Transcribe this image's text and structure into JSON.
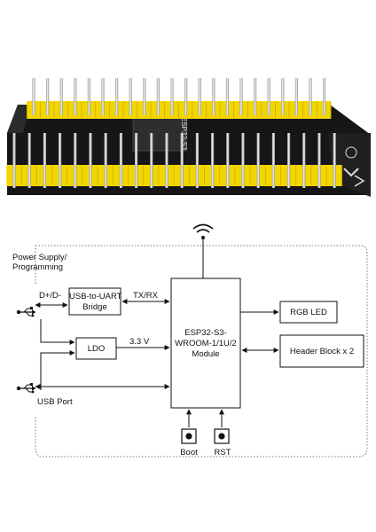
{
  "diagram": {
    "power_supply_label_line1": "Power Supply/",
    "power_supply_label_line2": "Programming",
    "usb_port_label": "USB Port",
    "data_lines_label": "D+/D-",
    "uart_bridge_line1": "USB-to-UART",
    "uart_bridge_line2": "Bridge",
    "txrx_label": "TX/RX",
    "ldo_label": "LDO",
    "voltage_label": "3.3 V",
    "module_line1": "ESP32-S3-",
    "module_line2": "WROOM-1/1U/2",
    "module_line3": "Module",
    "rgb_led_label": "RGB LED",
    "header_block_label": "Header Block x 2",
    "boot_label": "Boot",
    "rst_label": "RST"
  },
  "board_photo": {
    "silkscreen": "ESP32-S3",
    "pin_color": "#f2d600",
    "board_color": "#1a1a1a"
  }
}
